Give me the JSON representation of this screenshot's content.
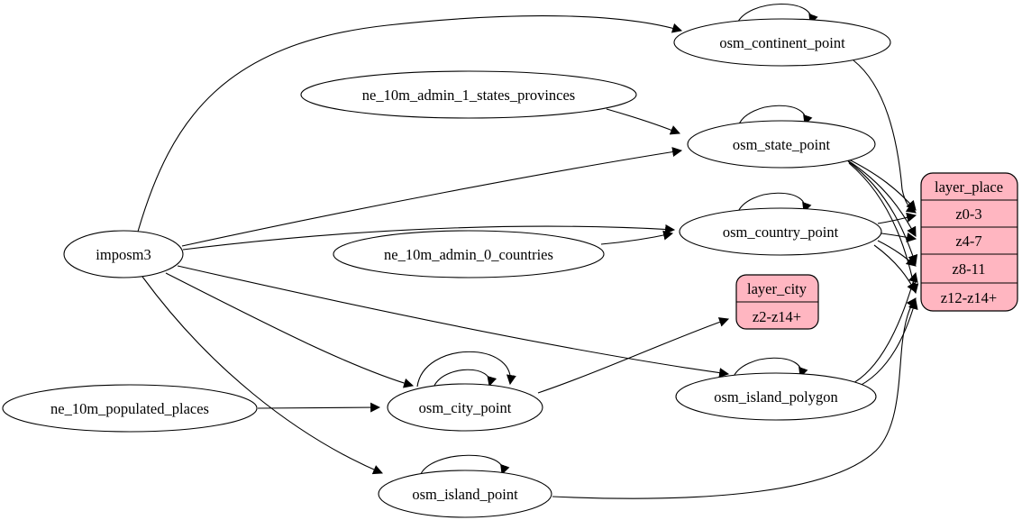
{
  "diagram": {
    "type": "graphviz-etl-flow",
    "background_color": "#ffffff",
    "edge_color": "#000000",
    "record_fill_color": "#ffb6c1",
    "nodes": {
      "imposm3": {
        "label": "imposm3",
        "type": "ellipse"
      },
      "ne_10m_admin_1_states_provinces": {
        "label": "ne_10m_admin_1_states_provinces",
        "type": "ellipse"
      },
      "ne_10m_admin_0_countries": {
        "label": "ne_10m_admin_0_countries",
        "type": "ellipse"
      },
      "ne_10m_populated_places": {
        "label": "ne_10m_populated_places",
        "type": "ellipse"
      },
      "osm_continent_point": {
        "label": "osm_continent_point",
        "type": "ellipse"
      },
      "osm_state_point": {
        "label": "osm_state_point",
        "type": "ellipse"
      },
      "osm_country_point": {
        "label": "osm_country_point",
        "type": "ellipse"
      },
      "osm_city_point": {
        "label": "osm_city_point",
        "type": "ellipse"
      },
      "osm_island_polygon": {
        "label": "osm_island_polygon",
        "type": "ellipse"
      },
      "osm_island_point": {
        "label": "osm_island_point",
        "type": "ellipse"
      },
      "layer_place": {
        "label": "layer_place",
        "type": "record",
        "rows": [
          "z0-3",
          "z4-7",
          "z8-11",
          "z12-z14+"
        ]
      },
      "layer_city": {
        "label": "layer_city",
        "type": "record",
        "rows": [
          "z2-z14+"
        ]
      }
    },
    "edges": [
      {
        "from": "imposm3",
        "to": "osm_continent_point"
      },
      {
        "from": "imposm3",
        "to": "osm_state_point"
      },
      {
        "from": "imposm3",
        "to": "osm_country_point"
      },
      {
        "from": "imposm3",
        "to": "osm_city_point"
      },
      {
        "from": "imposm3",
        "to": "osm_island_polygon"
      },
      {
        "from": "imposm3",
        "to": "osm_island_point"
      },
      {
        "from": "ne_10m_admin_1_states_provinces",
        "to": "osm_state_point"
      },
      {
        "from": "ne_10m_admin_0_countries",
        "to": "osm_country_point"
      },
      {
        "from": "ne_10m_populated_places",
        "to": "osm_city_point"
      },
      {
        "from": "osm_continent_point",
        "to": "osm_continent_point"
      },
      {
        "from": "osm_state_point",
        "to": "osm_state_point"
      },
      {
        "from": "osm_country_point",
        "to": "osm_country_point"
      },
      {
        "from": "osm_city_point",
        "to": "osm_city_point"
      },
      {
        "from": "osm_city_point",
        "to": "osm_city_point"
      },
      {
        "from": "osm_island_polygon",
        "to": "osm_island_polygon"
      },
      {
        "from": "osm_island_point",
        "to": "osm_island_point"
      },
      {
        "from": "osm_continent_point",
        "to": "layer_place:z0-3"
      },
      {
        "from": "osm_state_point",
        "to": "layer_place:z0-3"
      },
      {
        "from": "osm_state_point",
        "to": "layer_place:z4-7"
      },
      {
        "from": "osm_state_point",
        "to": "layer_place:z8-11"
      },
      {
        "from": "osm_state_point",
        "to": "layer_place:z12-z14+"
      },
      {
        "from": "osm_country_point",
        "to": "layer_place:z0-3"
      },
      {
        "from": "osm_country_point",
        "to": "layer_place:z4-7"
      },
      {
        "from": "osm_country_point",
        "to": "layer_place:z8-11"
      },
      {
        "from": "osm_country_point",
        "to": "layer_place:z12-z14+"
      },
      {
        "from": "osm_city_point",
        "to": "layer_city:z2-z14+"
      },
      {
        "from": "osm_island_polygon",
        "to": "layer_place:z8-11"
      },
      {
        "from": "osm_island_polygon",
        "to": "layer_place:z12-z14+"
      },
      {
        "from": "osm_island_point",
        "to": "layer_place:z12-z14+"
      }
    ]
  }
}
